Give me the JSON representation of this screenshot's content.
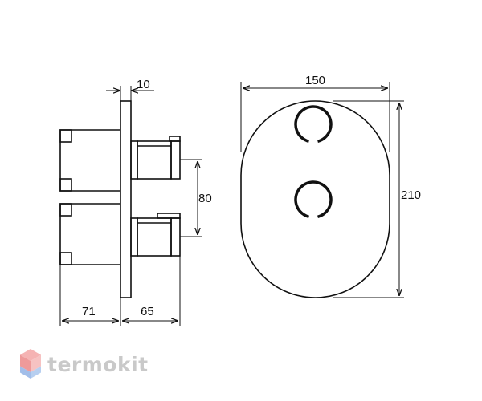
{
  "side_view": {
    "dim_plate_thickness": "10",
    "dim_handle_spacing": "80",
    "dim_body_depth": "71",
    "dim_handle_depth": "65"
  },
  "front_view": {
    "dim_width": "150",
    "dim_height": "210"
  },
  "watermark": {
    "text": "termokit"
  },
  "colors": {
    "line": "#111111",
    "watermark_text": "#c9c9c9",
    "logo_red": "#f2a2a2",
    "logo_blue": "#a8c4ec"
  }
}
